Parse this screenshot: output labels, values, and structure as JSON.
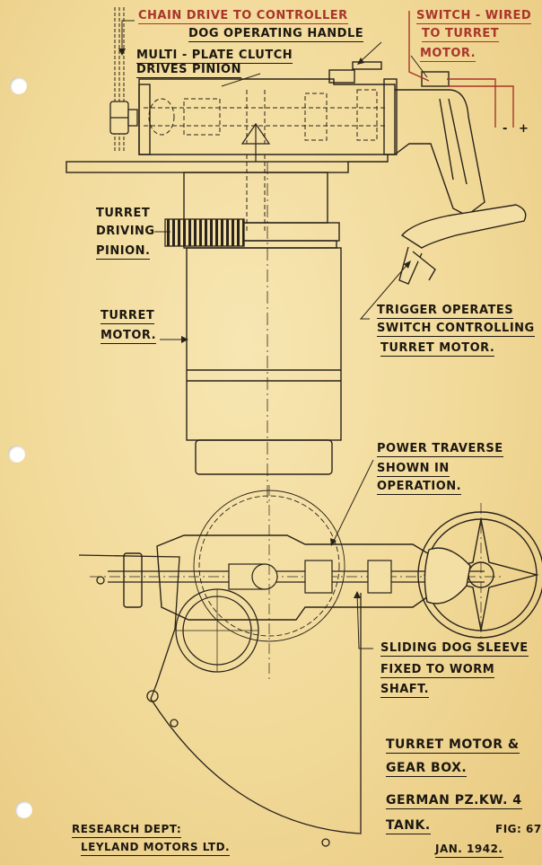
{
  "labels": {
    "chain_drive": "CHAIN DRIVE TO CONTROLLER",
    "dog_handle": "DOG OPERATING HANDLE",
    "switch_1": "SWITCH - WIRED",
    "switch_2": "TO TURRET",
    "switch_3": "MOTOR.",
    "clutch_1": "MULTI - PLATE CLUTCH",
    "clutch_2": "DRIVES PINION",
    "pinion_1": "TURRET",
    "pinion_2": "DRIVING",
    "pinion_3": "PINION.",
    "motor_1": "TURRET",
    "motor_2": "MOTOR.",
    "trigger_1": "TRIGGER OPERATES",
    "trigger_2": "SWITCH CONTROLLING",
    "trigger_3": "TURRET MOTOR.",
    "traverse_1": "POWER TRAVERSE",
    "traverse_2": "SHOWN IN",
    "traverse_3": "OPERATION.",
    "sleeve_1": "SLIDING DOG SLEEVE",
    "sleeve_2": "FIXED TO WORM",
    "sleeve_3": "SHAFT.",
    "title_1": "TURRET MOTOR &",
    "title_2": "GEAR BOX.",
    "title_3": "GERMAN PZ.KW. 4",
    "title_4": "TANK.",
    "fig": "FIG: 67",
    "date": "JAN. 1942.",
    "dept_1": "RESEARCH DEPT:",
    "dept_2": "LEYLAND MOTORS LTD.",
    "polarity_minus": "-",
    "polarity_plus": "+"
  },
  "colors": {
    "paper": "#f3dea3",
    "ink": "#1c1710",
    "red_ink": "#a9352a",
    "hole": "#ffffff"
  }
}
